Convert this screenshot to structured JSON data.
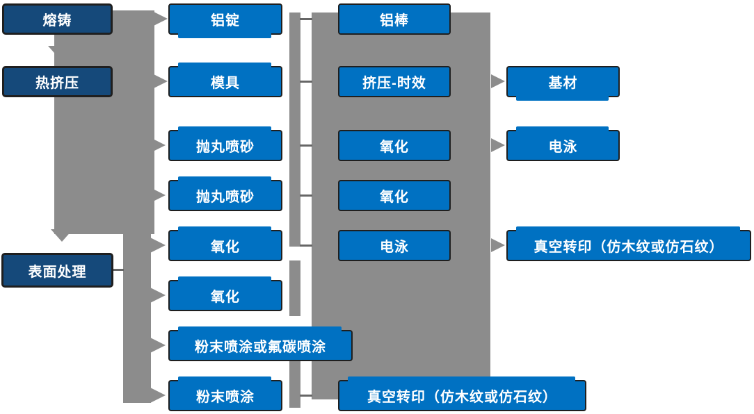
{
  "colors": {
    "node-blue": "#0071C2",
    "stage-blue": "#15497A",
    "connector-gray": "#8C8C8C",
    "tick-gray": "#666666",
    "node-text": "#FFFFFF",
    "node-border": "#1F1F1F"
  },
  "nodes": {
    "stages": [
      "熔铸",
      "热挤压",
      "表面处理"
    ],
    "process_a": [
      "铝锭",
      "模具",
      "抛丸喷砂",
      "抛丸喷砂",
      "氧化",
      "氧化",
      "粉末喷涂或氟碳喷涂",
      "粉末喷涂"
    ],
    "process_b": [
      "铝棒",
      "挤压-时效",
      "氧化",
      "氧化",
      "电泳",
      "真空转印（仿木纹或仿石纹）"
    ],
    "outputs": [
      "基材",
      "电泳",
      "真空转印（仿木纹或仿石纹）"
    ]
  }
}
